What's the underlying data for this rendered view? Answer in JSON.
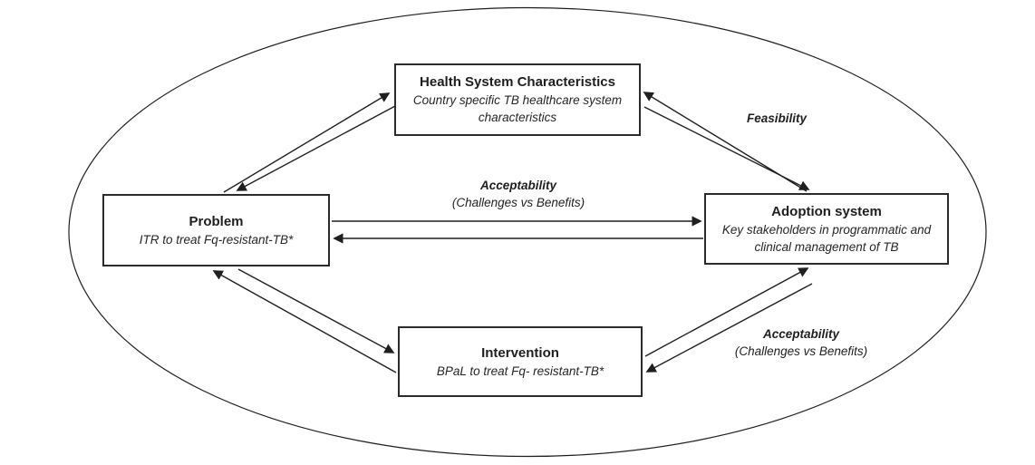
{
  "figure": {
    "background": "#ffffff",
    "ink": "#1f1f1f",
    "shape": "ellipse-boundary",
    "nodes": {
      "health_system": {
        "title": "Health System Characteristics",
        "subtitle": "Country specific TB healthcare system characteristics"
      },
      "problem": {
        "title": "Problem",
        "subtitle": "ITR to treat Fq-resistant-TB*"
      },
      "adoption": {
        "title": "Adoption system",
        "subtitle": "Key stakeholders in programmatic and clinical management of TB"
      },
      "intervention": {
        "title": "Intervention",
        "subtitle": "BPaL to treat Fq- resistant-TB*"
      }
    },
    "edge_labels": {
      "feasibility": {
        "title": "Feasibility"
      },
      "acceptability_mid": {
        "title": "Acceptability",
        "subtitle": "(Challenges vs Benefits)"
      },
      "acceptability_bottom": {
        "title": "Acceptability",
        "subtitle": "(Challenges vs Benefits)"
      }
    },
    "edges": [
      {
        "from": "problem",
        "to": "health_system",
        "bidirectional": true,
        "label": ""
      },
      {
        "from": "health_system",
        "to": "adoption",
        "bidirectional": true,
        "label": "Feasibility"
      },
      {
        "from": "problem",
        "to": "adoption",
        "bidirectional": true,
        "label": "Acceptability (Challenges vs Benefits)"
      },
      {
        "from": "problem",
        "to": "intervention",
        "bidirectional": true,
        "label": ""
      },
      {
        "from": "intervention",
        "to": "adoption",
        "bidirectional": true,
        "label": "Acceptability (Challenges vs Benefits)"
      }
    ]
  }
}
